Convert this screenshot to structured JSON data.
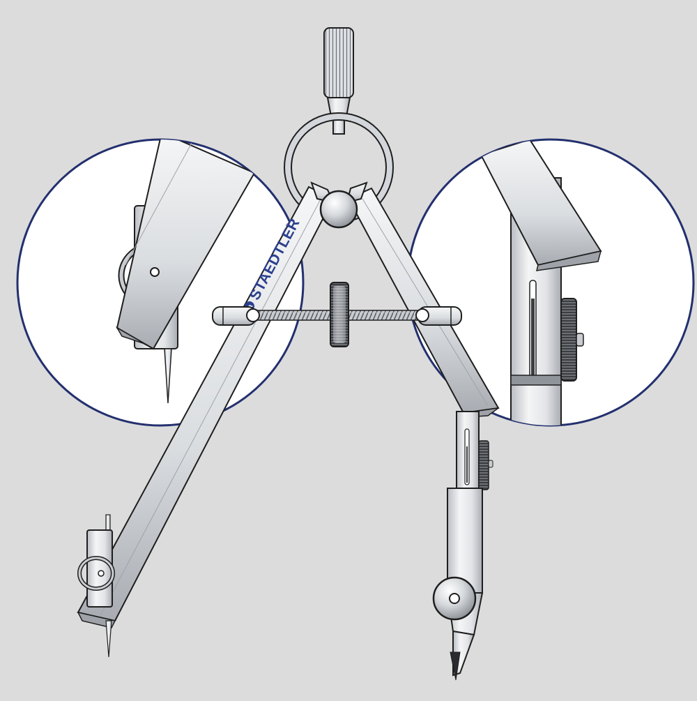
{
  "brand": {
    "name": "STAEDTLER",
    "registered_mark": "®"
  },
  "colors": {
    "background": "#dcdcdd",
    "metal": "#eceef0",
    "metal_shade": "#b8bcc2",
    "outline": "#1e1e1e",
    "detail_circle_stroke": "#23306e",
    "brand_blue": "#2b3f8e"
  },
  "scene": {
    "subject": "compass",
    "detail_views": [
      "needle-point-detail",
      "lead-holder-detail"
    ]
  }
}
